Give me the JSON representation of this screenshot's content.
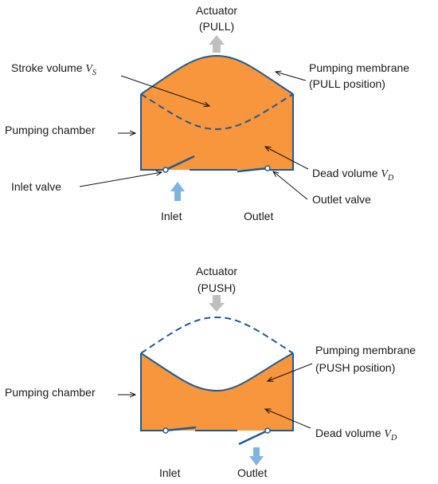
{
  "colors": {
    "chamber_fill": "#f7963c",
    "membrane_stroke": "#1f5b93",
    "actuator_arrow": "#bfbfbf",
    "flow_arrow": "#7eb3e2",
    "pointer": "#111111"
  },
  "pull": {
    "actuator_line1": "Actuator",
    "actuator_line2": "(PULL)",
    "stroke_volume_label": "Stroke volume ",
    "stroke_volume_symbol": "V",
    "stroke_volume_sub": "S",
    "membrane_line1": "Pumping membrane",
    "membrane_line2": "(PULL position)",
    "chamber_label": "Pumping chamber",
    "dead_volume_label": "Dead volume ",
    "dead_volume_symbol": "V",
    "dead_volume_sub": "D",
    "inlet_valve_label": "Inlet valve",
    "outlet_valve_label": "Outlet valve",
    "inlet_label": "Inlet",
    "outlet_label": "Outlet"
  },
  "push": {
    "actuator_line1": "Actuator",
    "actuator_line2": "(PUSH)",
    "membrane_line1": "Pumping membrane",
    "membrane_line2": "(PUSH position)",
    "chamber_label": "Pumping chamber",
    "dead_volume_label": "Dead volume ",
    "dead_volume_symbol": "V",
    "dead_volume_sub": "D",
    "inlet_label": "Inlet",
    "outlet_label": "Outlet"
  }
}
